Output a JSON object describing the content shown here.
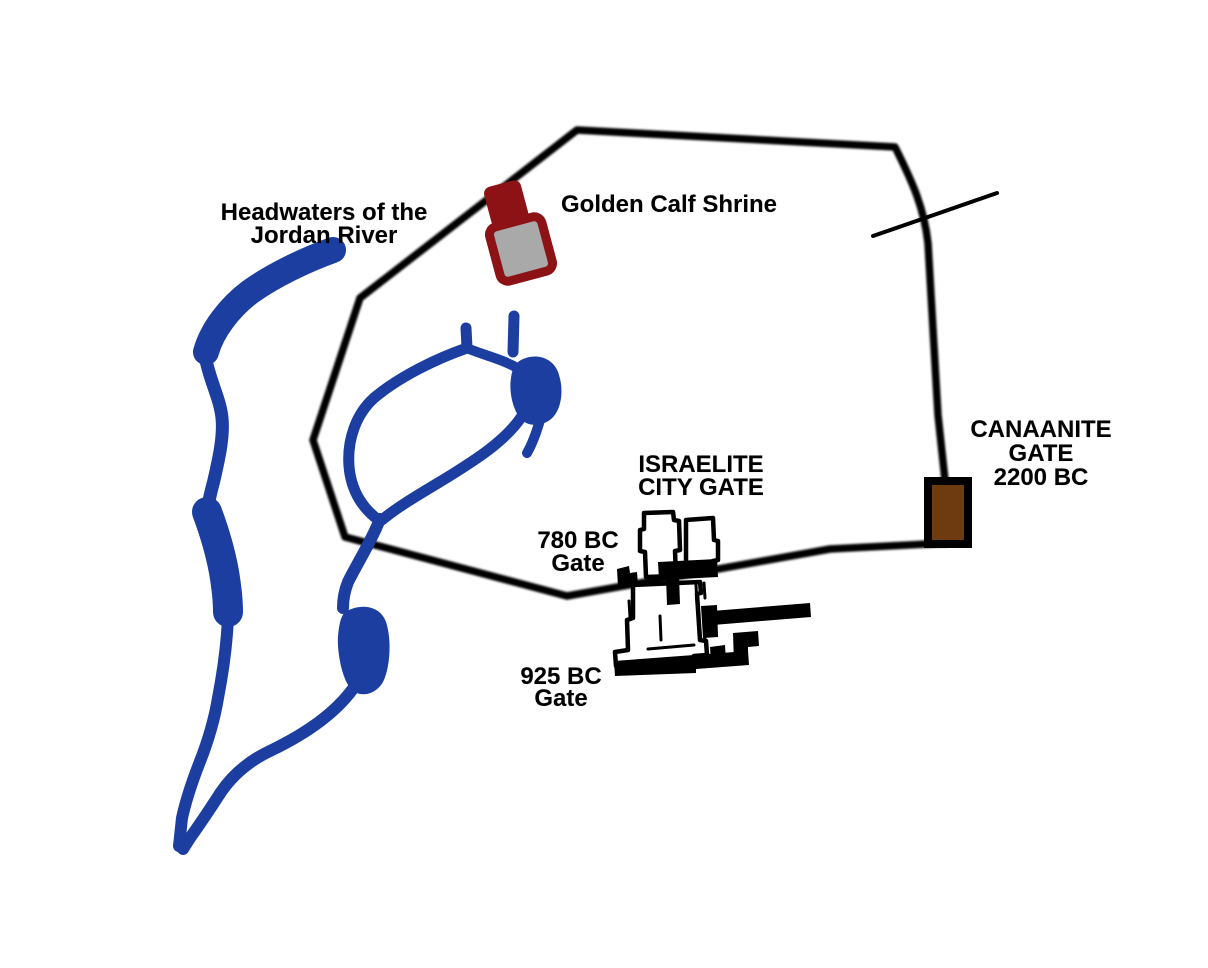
{
  "map": {
    "labels": {
      "headwaters": {
        "line1": "Headwaters of the",
        "line2": "Jordan River"
      },
      "golden_calf_shrine": {
        "text": "Golden Calf Shrine"
      },
      "canaanite_gate": {
        "line1": "CANAANITE",
        "line2": "GATE",
        "line3": "2200 BC"
      },
      "israelite_city_gate": {
        "line1": "ISRAELITE",
        "line2": "CITY GATE"
      },
      "gate_780": {
        "line1": "780 BC",
        "line2": "Gate"
      },
      "gate_925": {
        "line1": "925 BC",
        "line2": "Gate"
      }
    },
    "colors": {
      "river_blue": "#1b3ea0",
      "wall_black": "#060606",
      "ink_black": "#000000",
      "shrine_maroon": "#8c1216",
      "shrine_gray": "#a9a9a9",
      "gate_brown": "#6e3a10",
      "plan_white": "#ffffff"
    }
  }
}
